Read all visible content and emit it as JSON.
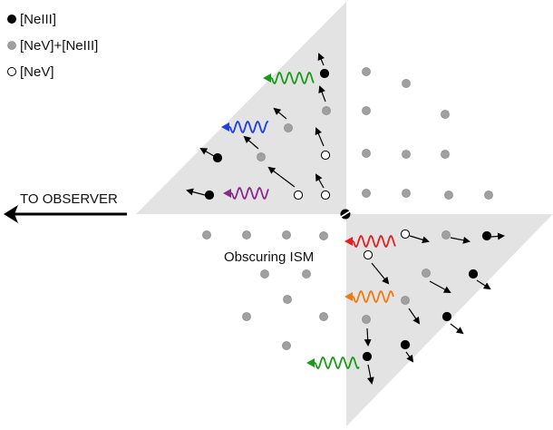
{
  "legend": {
    "items": [
      {
        "label": "[NeIII]",
        "fill": "#000000"
      },
      {
        "label": "[NeV]+[NeIII]",
        "fill": "#a0a0a0"
      },
      {
        "label": "[NeV]",
        "fill": "#ffffff"
      }
    ]
  },
  "observer_label": "TO OBSERVER",
  "ism_label": "Obscuring ISM",
  "colors": {
    "cone_fill": "#e3e3e3",
    "black_dot": "#000000",
    "gray_dot": "#a0a0a0",
    "white_dot": "#ffffff",
    "photon_green": "#1a9a1a",
    "photon_blue": "#2040e0",
    "photon_purple": "#8a2a8a",
    "photon_red": "#e02020",
    "photon_orange": "#f07a10"
  },
  "dot_types": [
    "neiii",
    "nev_neiii",
    "nev"
  ],
  "photon_icons": [
    "wavy-photon-icon-green",
    "wavy-photon-icon-blue",
    "wavy-photon-icon-purple",
    "wavy-photon-icon-red",
    "wavy-photon-icon-orange"
  ]
}
